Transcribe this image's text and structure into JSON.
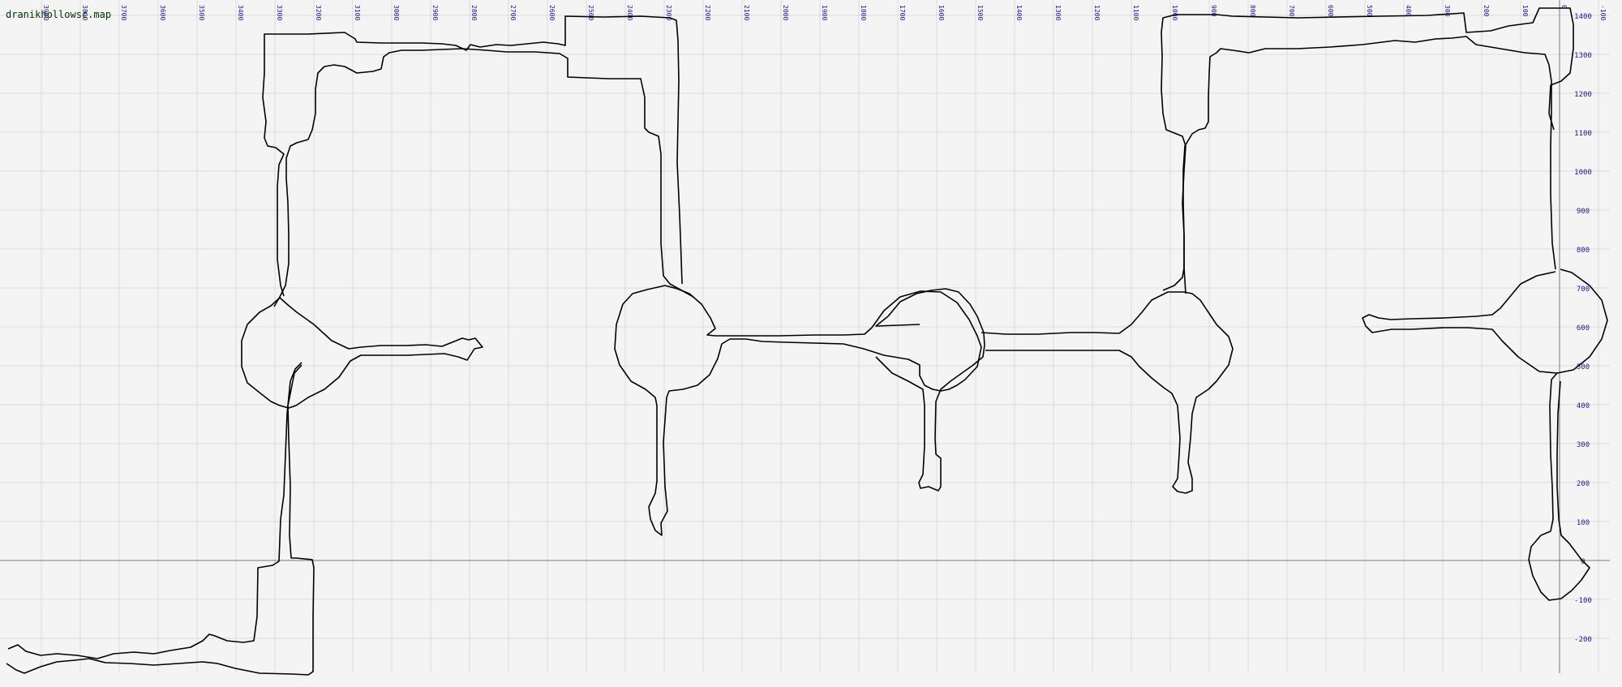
{
  "map": {
    "filename": "dranikhollowsc.map",
    "grid": {
      "major_step": 100
    },
    "x_ticks": [
      "3900",
      "3800",
      "3700",
      "3600",
      "3500",
      "3400",
      "3300",
      "3200",
      "3100",
      "3000",
      "2900",
      "2800",
      "2700",
      "2600",
      "2500",
      "2400",
      "2300",
      "2200",
      "2100",
      "2000",
      "1900",
      "1800",
      "1700",
      "1600",
      "1500",
      "1400",
      "1300",
      "1200",
      "1100",
      "1000",
      "900",
      "800",
      "700",
      "600",
      "500",
      "400",
      "300",
      "200",
      "100",
      "0",
      "-100"
    ],
    "y_ticks": [
      "1400",
      "1300",
      "1200",
      "1100",
      "1000",
      "900",
      "800",
      "700",
      "600",
      "500",
      "400",
      "300",
      "200",
      "100",
      "0",
      "-100",
      "-200"
    ],
    "colors": {
      "background": "#f4f4f4",
      "grid": "#dcdcdc",
      "axis": "#777777",
      "walls": "#000000",
      "tick_text": "#1a1a8a",
      "title": "#003300"
    }
  }
}
